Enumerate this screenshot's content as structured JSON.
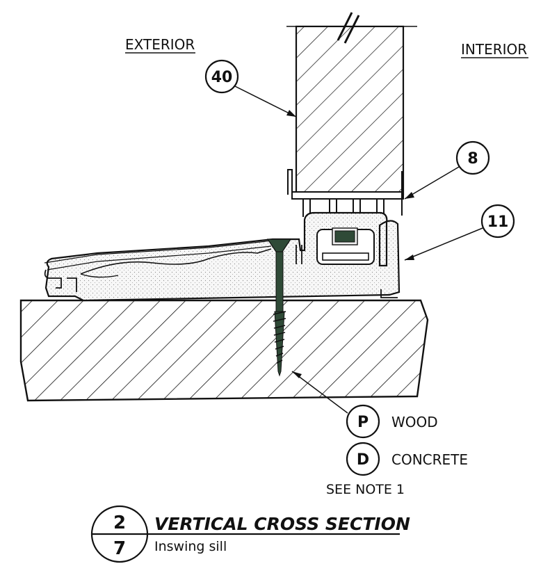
{
  "labels": {
    "exterior": "EXTERIOR",
    "interior": "INTERIOR"
  },
  "callouts": {
    "c40": "40",
    "c8": "8",
    "c11": "11"
  },
  "fasteners": [
    {
      "code": "P",
      "text": "WOOD"
    },
    {
      "code": "D",
      "text": "CONCRETE"
    }
  ],
  "note": "SEE NOTE 1",
  "title_block": {
    "detail_number": "2",
    "sheet_number": "7",
    "title": "VERTICAL CROSS SECTION",
    "subtitle": "Inswing sill"
  },
  "colors": {
    "line": "#111111",
    "screw": "#2f4a37",
    "sill_fill": "#f3f3f3"
  }
}
